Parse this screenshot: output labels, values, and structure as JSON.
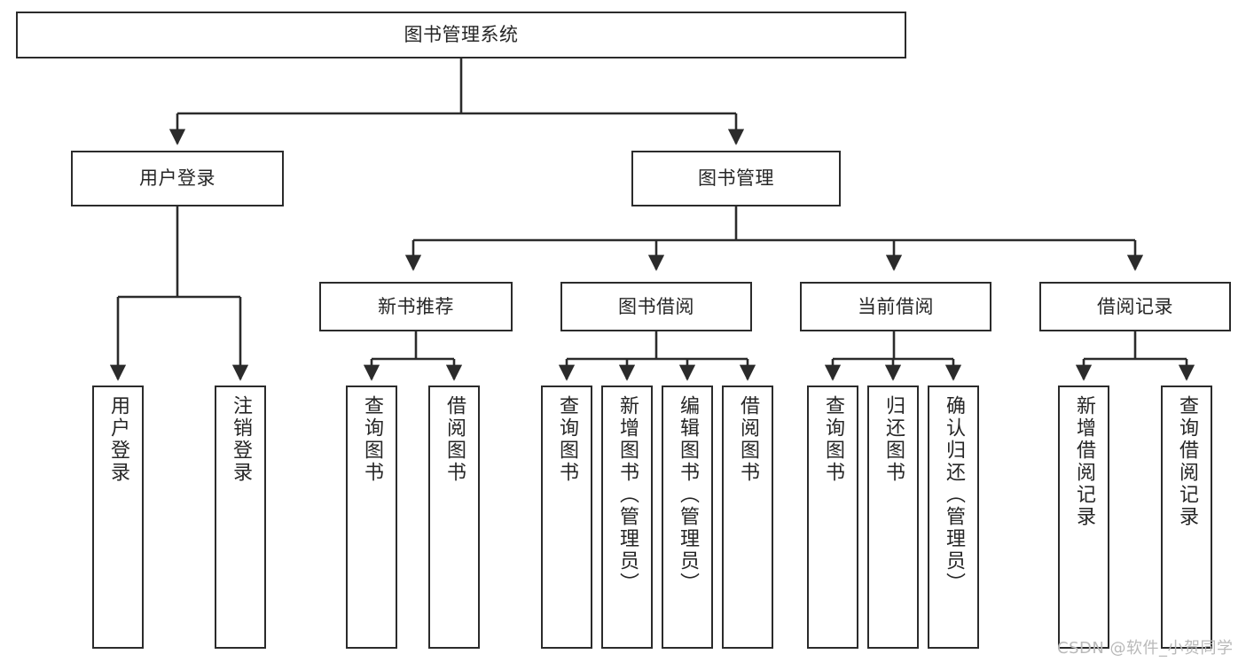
{
  "diagram": {
    "title": "图书管理系统",
    "type": "tree-hierarchy",
    "root": {
      "label": "图书管理系统"
    },
    "level2": [
      {
        "label": "用户登录"
      },
      {
        "label": "图书管理"
      }
    ],
    "level3": [
      {
        "label": "新书推荐"
      },
      {
        "label": "图书借阅"
      },
      {
        "label": "当前借阅"
      },
      {
        "label": "借阅记录"
      }
    ],
    "leaves": {
      "user_login": [
        {
          "label": "用户登录"
        },
        {
          "label": "注销登录"
        }
      ],
      "new_book_recommend": [
        {
          "label": "查询图书"
        },
        {
          "label": "借阅图书"
        }
      ],
      "book_borrow": [
        {
          "label": "查询图书"
        },
        {
          "label": "新增图书（管理员）"
        },
        {
          "label": "编辑图书（管理员）"
        },
        {
          "label": "借阅图书"
        }
      ],
      "current_borrow": [
        {
          "label": "查询图书"
        },
        {
          "label": "归还图书"
        },
        {
          "label": "确认归还（管理员）"
        }
      ],
      "borrow_record": [
        {
          "label": "新增借阅记录"
        },
        {
          "label": "查询借阅记录"
        }
      ]
    }
  },
  "watermark": {
    "text": "CSDN @软件_小贺同学"
  },
  "colors": {
    "box_border": "#2b2b2b",
    "box_fill": "#ffffff",
    "edge": "#2b2b2b",
    "text": "#262626",
    "watermark": "#b9b9b9",
    "page_bg": "#ffffff"
  }
}
